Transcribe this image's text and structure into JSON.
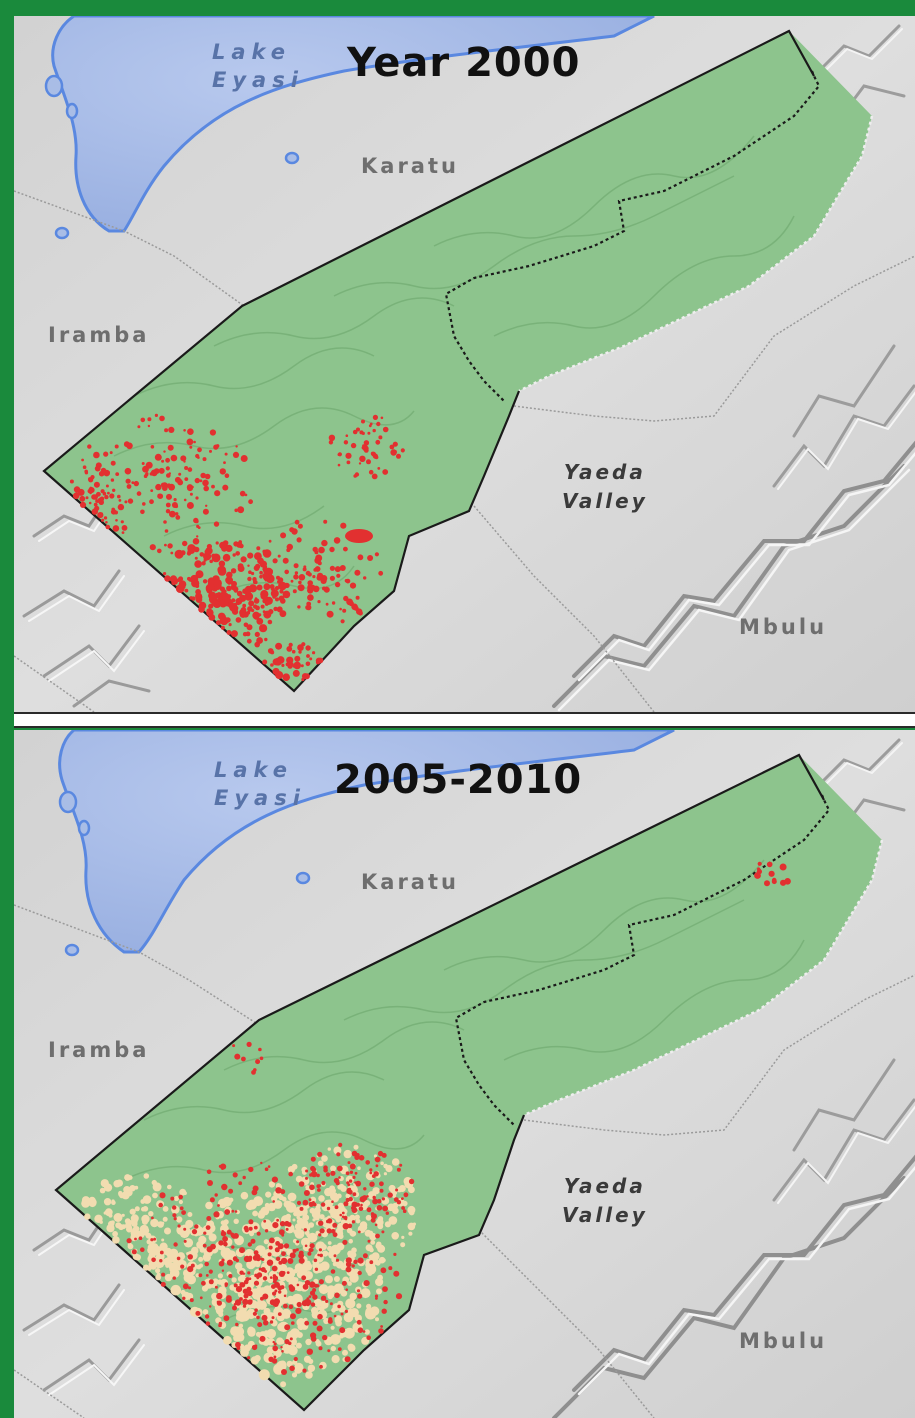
{
  "panels": [
    {
      "year_title": "Year 2000",
      "labels": {
        "lake_line1": "Lake",
        "lake_line2": "Eyasi",
        "karatu": "Karatu",
        "iramba": "Iramba",
        "valley_line1": "Yaeda",
        "valley_line2": "Valley",
        "mbulu": "Mbulu"
      }
    },
    {
      "year_title": "2005-2010",
      "labels": {
        "lake_line1": "Lake",
        "lake_line2": "Eyasi",
        "karatu": "Karatu",
        "iramba": "Iramba",
        "valley_line1": "Yaeda",
        "valley_line2": "Valley",
        "mbulu": "Mbulu"
      }
    }
  ],
  "colors": {
    "frame": "#1a8a3c",
    "lake": "#a9bde6",
    "lake_shore": "#5a88e0",
    "forest": "#8dc48d",
    "forest_boundary": "#1a1a1a",
    "clearing": "#e23030",
    "degraded": "#f2dcb0",
    "terrain": "#d6d6d6"
  }
}
